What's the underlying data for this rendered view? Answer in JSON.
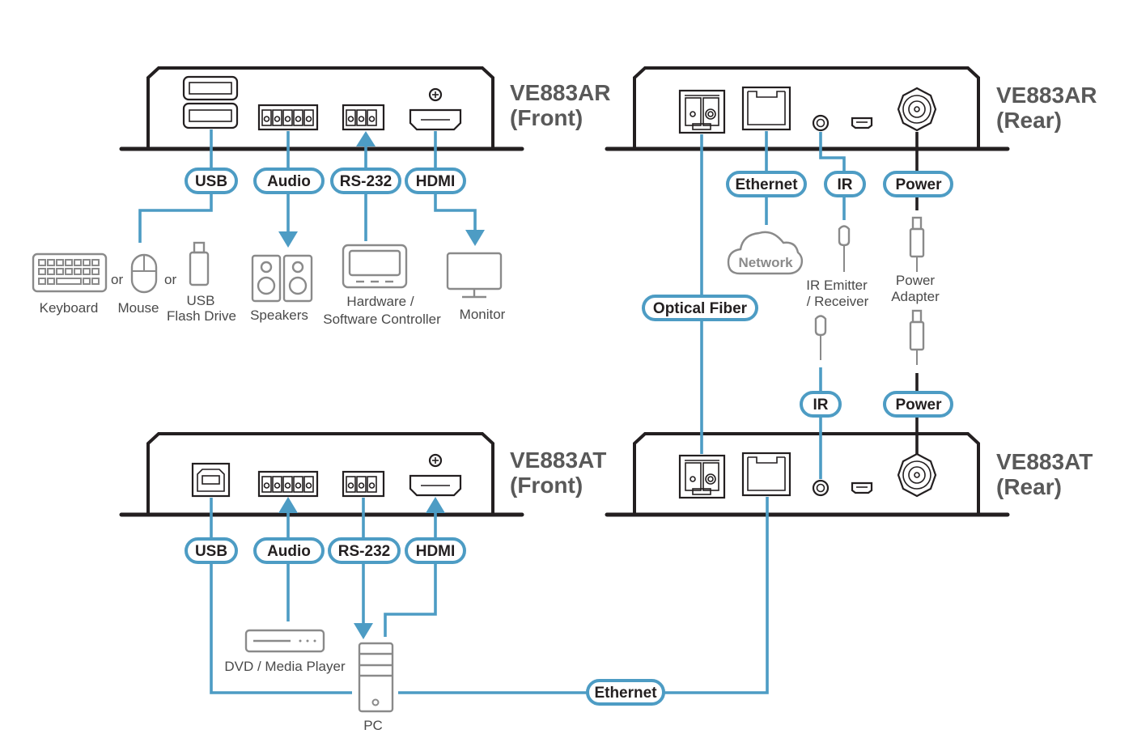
{
  "diagram": {
    "units": {
      "ar_front": {
        "title": "VE883AR",
        "subtitle": "(Front)"
      },
      "ar_rear": {
        "title": "VE883AR",
        "subtitle": "(Rear)"
      },
      "at_front": {
        "title": "VE883AT",
        "subtitle": "(Front)"
      },
      "at_rear": {
        "title": "VE883AT",
        "subtitle": "(Rear)"
      }
    },
    "labels": {
      "ar_usb": "USB",
      "ar_audio": "Audio",
      "ar_rs232": "RS-232",
      "ar_hdmi": "HDMI",
      "ar_ethernet": "Ethernet",
      "ar_ir": "IR",
      "ar_power": "Power",
      "optical_fiber": "Optical Fiber",
      "at_ir": "IR",
      "at_power": "Power",
      "at_usb": "USB",
      "at_audio": "Audio",
      "at_rs232": "RS-232",
      "at_hdmi": "HDMI",
      "at_ethernet": "Ethernet"
    },
    "devices": {
      "keyboard": "Keyboard",
      "or1": "or",
      "mouse": "Mouse",
      "or2": "or",
      "usb_flash_line1": "USB",
      "usb_flash_line2": "Flash Drive",
      "speakers": "Speakers",
      "controller_line1": "Hardware /",
      "controller_line2": "Software Controller",
      "monitor": "Monitor",
      "network": "Network",
      "ir_line1": "IR Emitter",
      "ir_line2": "/ Receiver",
      "power_line1": "Power",
      "power_line2": "Adapter",
      "dvd": "DVD / Media Player",
      "pc": "PC"
    },
    "colors": {
      "connection": "#4d9cc4",
      "power_cable": "#231f20",
      "device_outline": "#8a8a8a",
      "unit_outline": "#231f20",
      "title_text": "#595959"
    }
  }
}
